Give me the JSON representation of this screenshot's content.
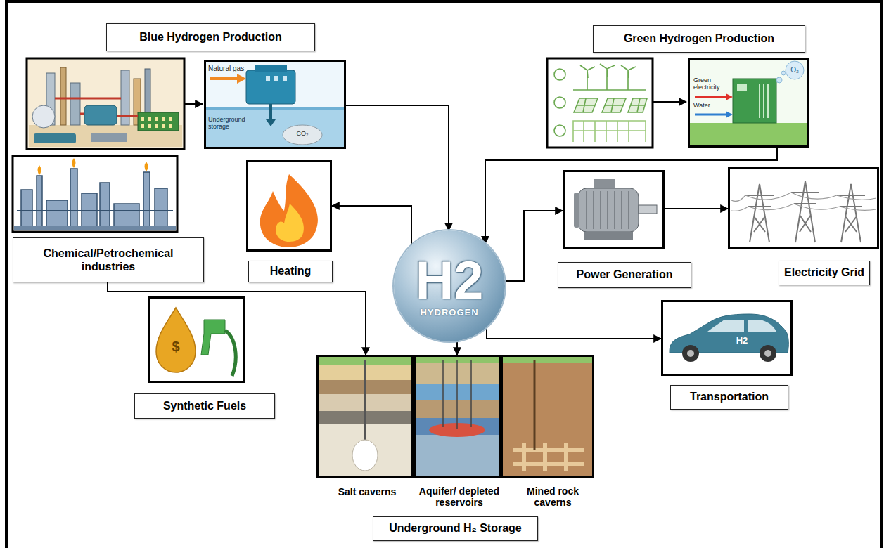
{
  "diagram": {
    "nodes": [
      {
        "text": [
          "Blue Hydrogen Production"
        ]
      },
      {
        "text": [
          "Green Hydrogen Production"
        ]
      },
      {
        "text": [
          "Chemical/Petrochemical industries"
        ]
      },
      {
        "text": [
          "Heating"
        ]
      },
      {
        "text": [
          "H2",
          "HYDROGEN"
        ]
      },
      {
        "text": [
          "Power Generation"
        ]
      },
      {
        "text": [
          "Electricity Grid"
        ]
      },
      {
        "text": [
          "Synthetic Fuels"
        ]
      },
      {
        "text": [
          "Transportation"
        ]
      },
      {
        "text": [
          "Underground H₂ Storage"
        ]
      },
      {
        "text": [
          "Salt caverns"
        ],
        "in": 9
      },
      {
        "text": [
          "Aquifer/ depleted reservoirs"
        ],
        "in": 9
      },
      {
        "text": [
          "Mined rock caverns"
        ],
        "in": 9
      }
    ],
    "edges": [
      {
        "from": 0,
        "to": 4,
        "arrow": "to"
      },
      {
        "from": 1,
        "to": 4,
        "arrow": "to"
      },
      {
        "from": 4,
        "to": 3,
        "arrow": "to"
      },
      {
        "from": 4,
        "to": 5,
        "arrow": "to"
      },
      {
        "from": 5,
        "to": 6,
        "arrow": "to"
      },
      {
        "from": 4,
        "to": 8,
        "arrow": "to"
      },
      {
        "from": 2,
        "to": 10,
        "arrow": "to"
      },
      {
        "from": 4,
        "to": 11,
        "arrow": "to"
      }
    ],
    "labels": [
      "Natural gas",
      "Underground storage",
      "CO₂",
      "Green electricity",
      "Water",
      "O₂",
      "$",
      "H2"
    ]
  }
}
